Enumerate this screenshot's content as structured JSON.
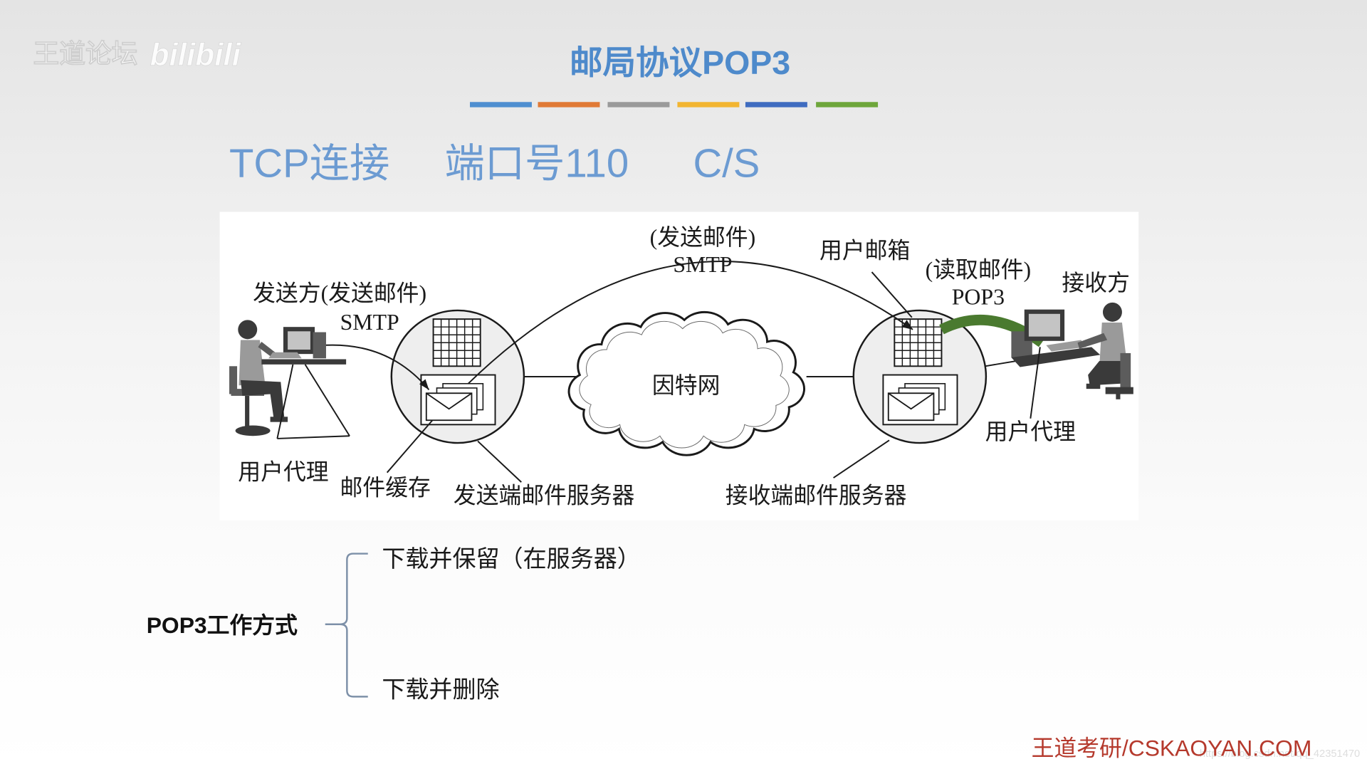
{
  "watermark": {
    "site": "王道论坛",
    "logo_text": "bilibili"
  },
  "slide": {
    "title": "邮局协议POP3",
    "title_color": "#4e8acb",
    "title_bar_colors": [
      "#4f8fd0",
      "#e07a36",
      "#9a9a9a",
      "#f2b531",
      "#3f6cc0",
      "#6ea63b"
    ],
    "subheading": {
      "connection": "TCP连接",
      "port": "端口号110",
      "model": "C/S"
    },
    "subheading_color": "#6c9bd2"
  },
  "diagram": {
    "sender": {
      "label": "发送方(发送邮件)",
      "protocol": "SMTP"
    },
    "relay": {
      "label": "(发送邮件)",
      "protocol": "SMTP"
    },
    "mailbox_label": "用户邮箱",
    "receiver": {
      "label": "接收方",
      "read_label": "(读取邮件)",
      "protocol": "POP3"
    },
    "internet_label": "因特网",
    "sender_user_agent": "用户代理",
    "receiver_user_agent": "用户代理",
    "mail_cache": "邮件缓存",
    "sender_server": "发送端邮件服务器",
    "receiver_server": "接收端邮件服务器",
    "pop3_link_color": "#4a7a2f"
  },
  "pop3_modes": {
    "title": "POP3工作方式",
    "options": [
      "下载并保留（在服务器）",
      "下载并删除"
    ]
  },
  "footer": {
    "brand": "王道考研/CSKAOYAN.COM",
    "brand_color": "#b5392c",
    "source": "https://blog.csdn.net/qq_42351470"
  }
}
